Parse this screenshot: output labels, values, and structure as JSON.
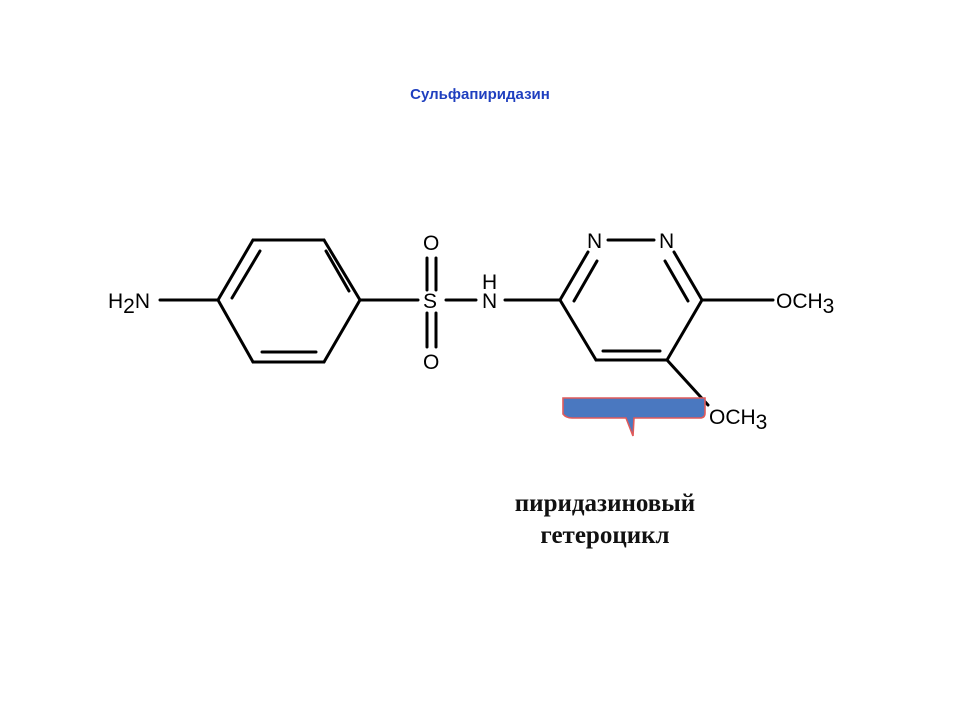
{
  "slide": {
    "title": "Сульфапиридазин",
    "caption_lines": [
      "пиридазиновый",
      "гетероцикл"
    ]
  },
  "molecule": {
    "amine": {
      "main": "H",
      "sub": "2",
      "tail": "N"
    },
    "sulfonyl": {
      "s": "S",
      "o_top": "O",
      "o_bottom": "O"
    },
    "sulfonamide": {
      "h": "H",
      "n": "N"
    },
    "ring_n1": "N",
    "ring_n2": "N",
    "methoxy_1": {
      "main": "OCH",
      "sub": "3"
    },
    "methoxy_2": {
      "main": "OCH",
      "sub": "3"
    }
  },
  "colors": {
    "title": "#1f3fbf",
    "bracket_fill": "#4a78c0",
    "bracket_outline": "#e05a5a"
  }
}
